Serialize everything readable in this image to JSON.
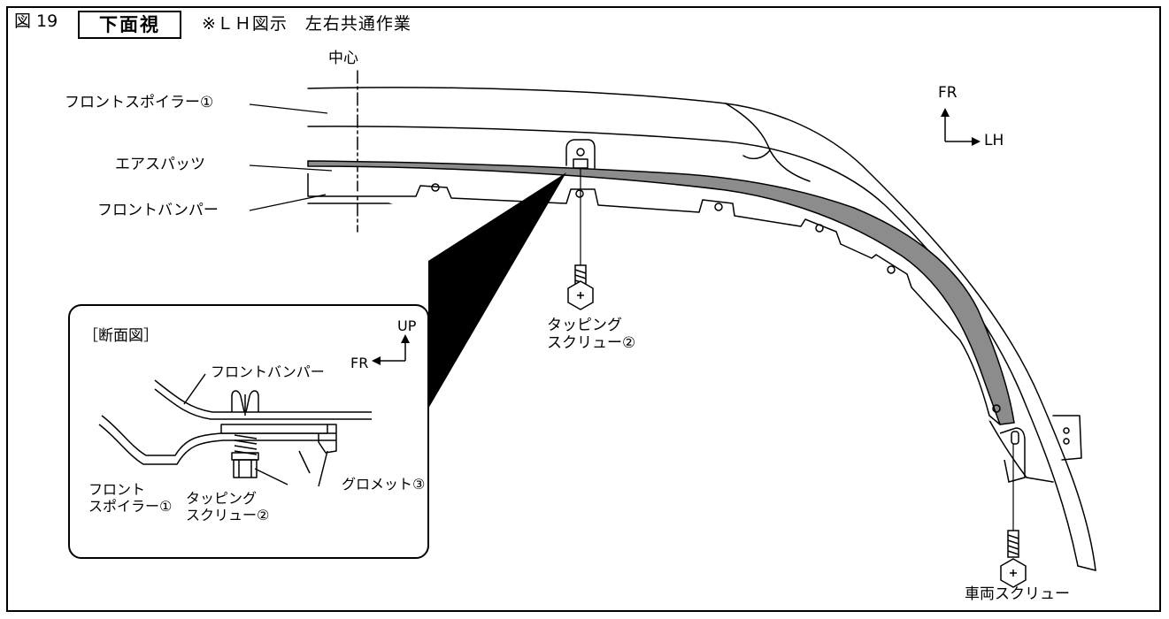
{
  "figure": {
    "number": "図 19",
    "view": "下面視",
    "note": "※ＬＨ図示　左右共通作業"
  },
  "labels": {
    "center": "中心",
    "front_spoiler": "フロントスポイラー①",
    "air_spats": "エアスパッツ",
    "front_bumper": "フロントバンパー",
    "tapping_screw": "タッピング\nスクリュー②",
    "vehicle_screw": "車両スクリュー"
  },
  "direction": {
    "fr": "FR",
    "lh": "LH"
  },
  "inset": {
    "title": "［断面図］",
    "up": "UP",
    "fr": "FR",
    "front_bumper": "フロントバンパー",
    "front_spoiler": "フロント\nスポイラー①",
    "tapping_screw": "タッピング\nスクリュー②",
    "grommet": "グロメット③"
  },
  "colors": {
    "line": "#000000",
    "highlight": "#8c8c8c",
    "background": "#ffffff"
  }
}
